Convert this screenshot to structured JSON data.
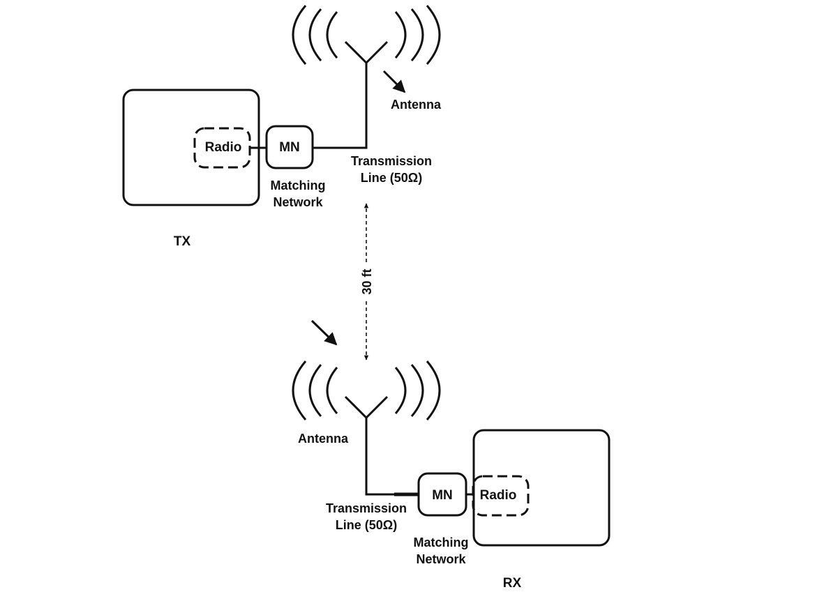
{
  "colors": {
    "ink": "#111111",
    "background": "#ffffff"
  },
  "tx": {
    "label": "TX",
    "radio_label": "Radio",
    "mn_label": "MN",
    "matching_line1": "Matching",
    "matching_line2": "Network",
    "antenna_label": "Antenna",
    "tline_line1": "Transmission",
    "tline_line2": "Line (50Ω)"
  },
  "rx": {
    "label": "RX",
    "radio_label": "Radio",
    "mn_label": "MN",
    "matching_line1": "Matching",
    "matching_line2": "Network",
    "antenna_label": "Antenna",
    "tline_line1": "Transmission",
    "tline_line2": "Line (50Ω)"
  },
  "distance_label": "30 ft"
}
